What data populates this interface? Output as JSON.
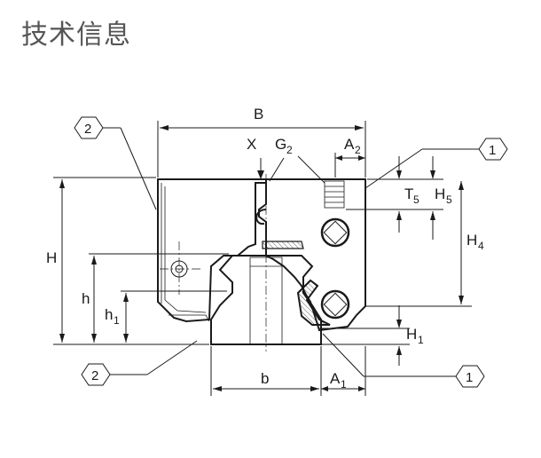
{
  "title": "技术信息",
  "labels": {
    "B": "B",
    "X": "X",
    "G": "G",
    "G_sub": "2",
    "A2": "A",
    "A2_sub": "2",
    "T5": "T",
    "T5_sub": "5",
    "H5": "H",
    "H5_sub": "5",
    "H4": "H",
    "H4_sub": "4",
    "H": "H",
    "h": "h",
    "h1": "h",
    "h1_sub": "1",
    "H1": "H",
    "H1_sub": "1",
    "b": "b",
    "A1": "A",
    "A1_sub": "1"
  },
  "callouts": {
    "c_top_left": "2",
    "c_bottom_left": "2",
    "c_top_right": "1",
    "c_bottom_right": "1"
  },
  "colors": {
    "line": "#1a1a1a",
    "title": "#555555"
  }
}
